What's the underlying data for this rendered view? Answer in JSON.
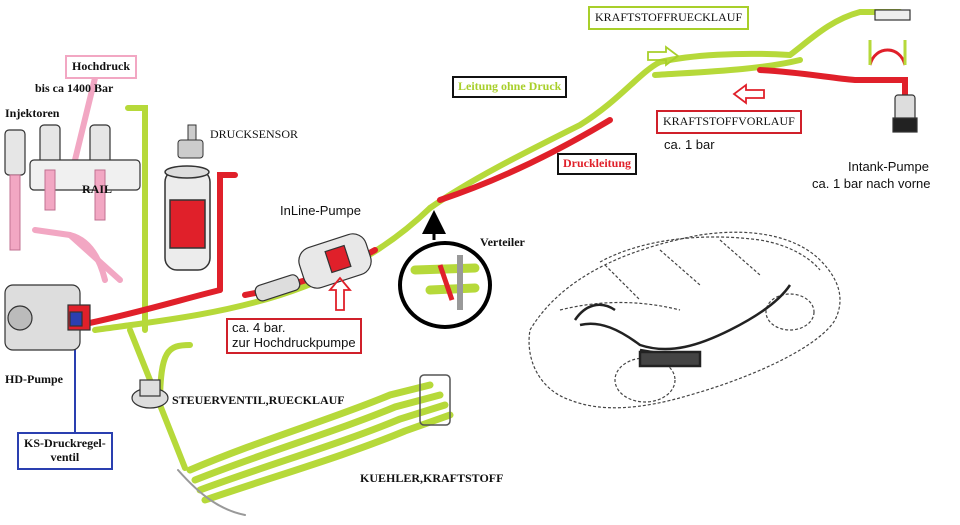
{
  "colors": {
    "green_line": "#b6d93a",
    "red_line": "#e0202a",
    "pink_line": "#f2a7c3",
    "blue_line": "#2a3fb0",
    "pink_box": "#f2a7c3",
    "green_box": "#a8cf2a",
    "red_box": "#d0202a",
    "blue_box": "#2a3fb0",
    "dark_box": "#111111"
  },
  "labels": {
    "hochdruck": "Hochdruck",
    "bis_1400": "bis ca 1400 Bar",
    "injektoren": "Injektoren",
    "rail": "RAIL",
    "drucksensor": "DRUCKSENSOR",
    "inline_pumpe": "InLine-Pumpe",
    "hd_pumpe": "HD-Pumpe",
    "ks_druckregelventil_1": "KS-Druckregel-",
    "ks_druckregelventil_2": "ventil",
    "steuerventil": "STEUERVENTIL,RUECKLAUF",
    "kuehler": "KUEHLER,KRAFTSTOFF",
    "ca4bar_1": "ca. 4 bar.",
    "ca4bar_2": "zur Hochdruckpumpe",
    "verteiler": "Verteiler",
    "leitung_ohne_druck": "Leitung ohne Druck",
    "druckleitung": "Druckleitung",
    "kraftstoffruecklauf": "KRAFTSTOFFRUECKLAUF",
    "kraftstoffvorlauf": "KRAFTSTOFFVORLAUF",
    "ca1bar": "ca. 1 bar",
    "intank_1": "Intank-Pumpe",
    "intank_2": "ca. 1 bar nach vorne"
  }
}
